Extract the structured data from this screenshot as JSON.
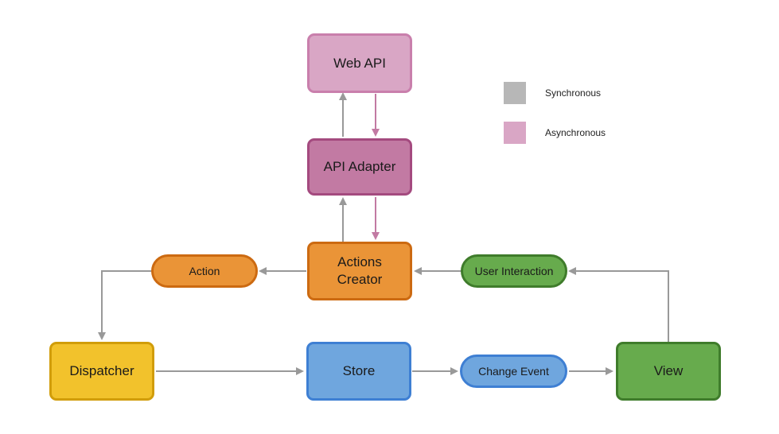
{
  "nodes": {
    "web_api": {
      "label": "Web API",
      "fill": "#d9a6c5",
      "stroke": "#c97fac"
    },
    "api_adapter": {
      "label": "API Adapter",
      "fill": "#c27aa3",
      "stroke": "#a44a7f"
    },
    "actions_creator": {
      "line1": "Actions",
      "line2": "Creator",
      "fill": "#ea9437",
      "stroke": "#cc6a11"
    },
    "action": {
      "label": "Action",
      "fill": "#ea9437",
      "stroke": "#cc6a11"
    },
    "user_interaction": {
      "label": "User Interaction",
      "fill": "#67ab4d",
      "stroke": "#3f7c2b"
    },
    "dispatcher": {
      "label": "Dispatcher",
      "fill": "#f2c22c",
      "stroke": "#d19d0a"
    },
    "store": {
      "label": "Store",
      "fill": "#6fa6de",
      "stroke": "#3e7fd3"
    },
    "change_event": {
      "label": "Change Event",
      "fill": "#6fa6de",
      "stroke": "#3e7fd3"
    },
    "view": {
      "label": "View",
      "fill": "#67ab4d",
      "stroke": "#3f7c2b"
    }
  },
  "legend": {
    "synchronous": {
      "label": "Synchronous",
      "color": "#b7b7b7"
    },
    "asynchronous": {
      "label": "Asynchronous",
      "color": "#d9a6c5"
    }
  },
  "edges": {
    "sync_color": "#999999",
    "async_color": "#c27aa3"
  }
}
